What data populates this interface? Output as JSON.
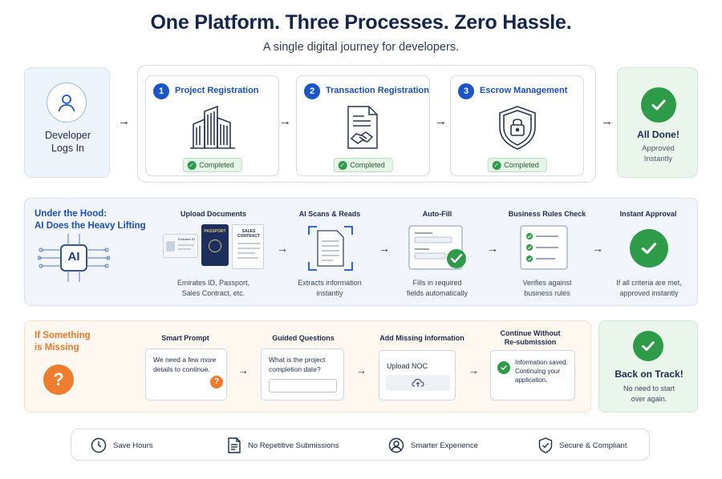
{
  "header": {
    "title": "One Platform. Three Processes. Zero Hassle.",
    "subtitle": "A single digital journey for developers."
  },
  "start": {
    "label_line1": "Developer",
    "label_line2": "Logs In",
    "icon": "user-icon"
  },
  "processes": [
    {
      "number": "1",
      "name": "Project Registration",
      "status": "Completed",
      "icon": "buildings-icon"
    },
    {
      "number": "2",
      "name": "Transaction Registration",
      "status": "Completed",
      "icon": "handshake-document-icon"
    },
    {
      "number": "3",
      "name": "Escrow Management",
      "status": "Completed",
      "icon": "shield-lock-icon"
    }
  ],
  "done": {
    "title": "All Done!",
    "sub_line1": "Approved",
    "sub_line2": "Instantly"
  },
  "ai_section": {
    "heading_line1": "Under the Hood:",
    "heading_line2": "AI Does the Heavy Lifting",
    "chip_label": "AI",
    "doc_labels": {
      "id_card": "Emirates ID",
      "passport": "PASSPORT",
      "contract_line1": "SALES",
      "contract_line2": "CONTRACT"
    },
    "steps": [
      {
        "title": "Upload Documents",
        "desc_line1": "Emirates ID, Passport,",
        "desc_line2": "Sales Contract, etc."
      },
      {
        "title": "AI Scans & Reads",
        "desc_line1": "Extracts information",
        "desc_line2": "instantly"
      },
      {
        "title": "Auto-Fill",
        "desc_line1": "Fills in required",
        "desc_line2": "fields automatically"
      },
      {
        "title": "Business Rules Check",
        "desc_line1": "Verifies against",
        "desc_line2": "business rules"
      },
      {
        "title": "Instant Approval",
        "desc_line1": "If all criteria are met,",
        "desc_line2": "approved instantly"
      }
    ]
  },
  "missing_section": {
    "heading_line1": "If Something",
    "heading_line2": "is Missing",
    "steps": [
      {
        "title": "Smart Prompt",
        "card_line1": "We need a few more",
        "card_line2": "details to continue."
      },
      {
        "title": "Guided Questions",
        "card_line1": "What is the project",
        "card_line2": "completion date?"
      },
      {
        "title": "Add Missing Information",
        "card_line1": "Upload NOC"
      },
      {
        "title_line1": "Continue Without",
        "title_line2": "Re-submission",
        "card_line1": "Information saved.",
        "card_line2": "Continuing your",
        "card_line3": "application."
      }
    ]
  },
  "back_on_track": {
    "title": "Back on Track!",
    "sub_line1": "No need to start",
    "sub_line2": "over again."
  },
  "features": [
    {
      "label": "Save Hours",
      "icon": "clock-icon"
    },
    {
      "label": "No Repetitive Submissions",
      "icon": "document-icon"
    },
    {
      "label": "Smarter Experience",
      "icon": "user-circle-icon"
    },
    {
      "label": "Secure & Compliant",
      "icon": "shield-check-icon"
    }
  ],
  "colors": {
    "primary_blue": "#1a56c8",
    "success_green": "#2e9b49",
    "warning_orange": "#ee7d2d"
  }
}
